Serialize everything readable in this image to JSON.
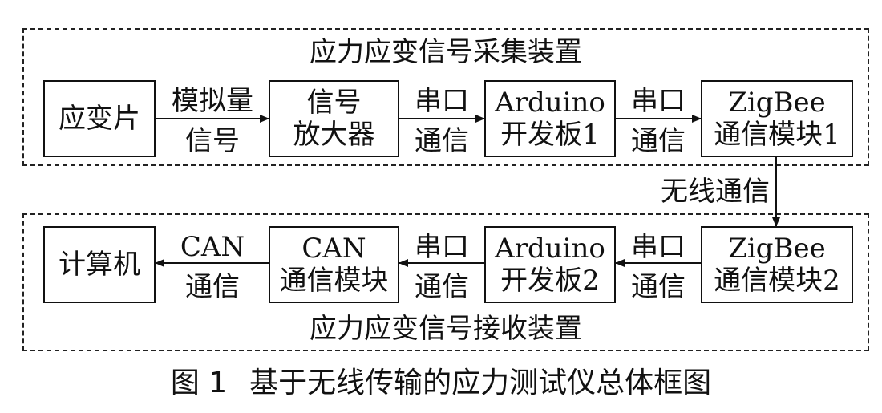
{
  "groups": {
    "acquisition": {
      "title": "应力应变信号采集装置"
    },
    "receiver": {
      "title": "应力应变信号接收装置"
    }
  },
  "nodes": {
    "strain_gauge": {
      "lines": [
        "应变片"
      ]
    },
    "amplifier": {
      "lines": [
        "信号",
        "放大器"
      ]
    },
    "arduino1": {
      "lines": [
        "Arduino",
        "开发板1"
      ]
    },
    "zigbee1": {
      "lines": [
        "ZigBee",
        "通信模块1"
      ]
    },
    "zigbee2": {
      "lines": [
        "ZigBee",
        "通信模块2"
      ]
    },
    "arduino2": {
      "lines": [
        "Arduino",
        "开发板2"
      ]
    },
    "can_module": {
      "lines": [
        "CAN",
        "通信模块"
      ]
    },
    "computer": {
      "lines": [
        "计算机"
      ]
    }
  },
  "edges": {
    "gauge_to_amp": {
      "lines": [
        "模拟量",
        "信号"
      ]
    },
    "amp_to_ard1": {
      "lines": [
        "串口",
        "通信"
      ]
    },
    "ard1_to_zig1": {
      "lines": [
        "串口",
        "通信"
      ]
    },
    "zig1_to_zig2": {
      "lines": [
        "无线通信"
      ]
    },
    "zig2_to_ard2": {
      "lines": [
        "串口",
        "通信"
      ]
    },
    "ard2_to_can": {
      "lines": [
        "串口",
        "通信"
      ]
    },
    "can_to_computer": {
      "lines": [
        "CAN",
        "通信"
      ]
    }
  },
  "caption": {
    "number": "图 1",
    "text": "基于无线传输的应力测试仪总体框图"
  }
}
